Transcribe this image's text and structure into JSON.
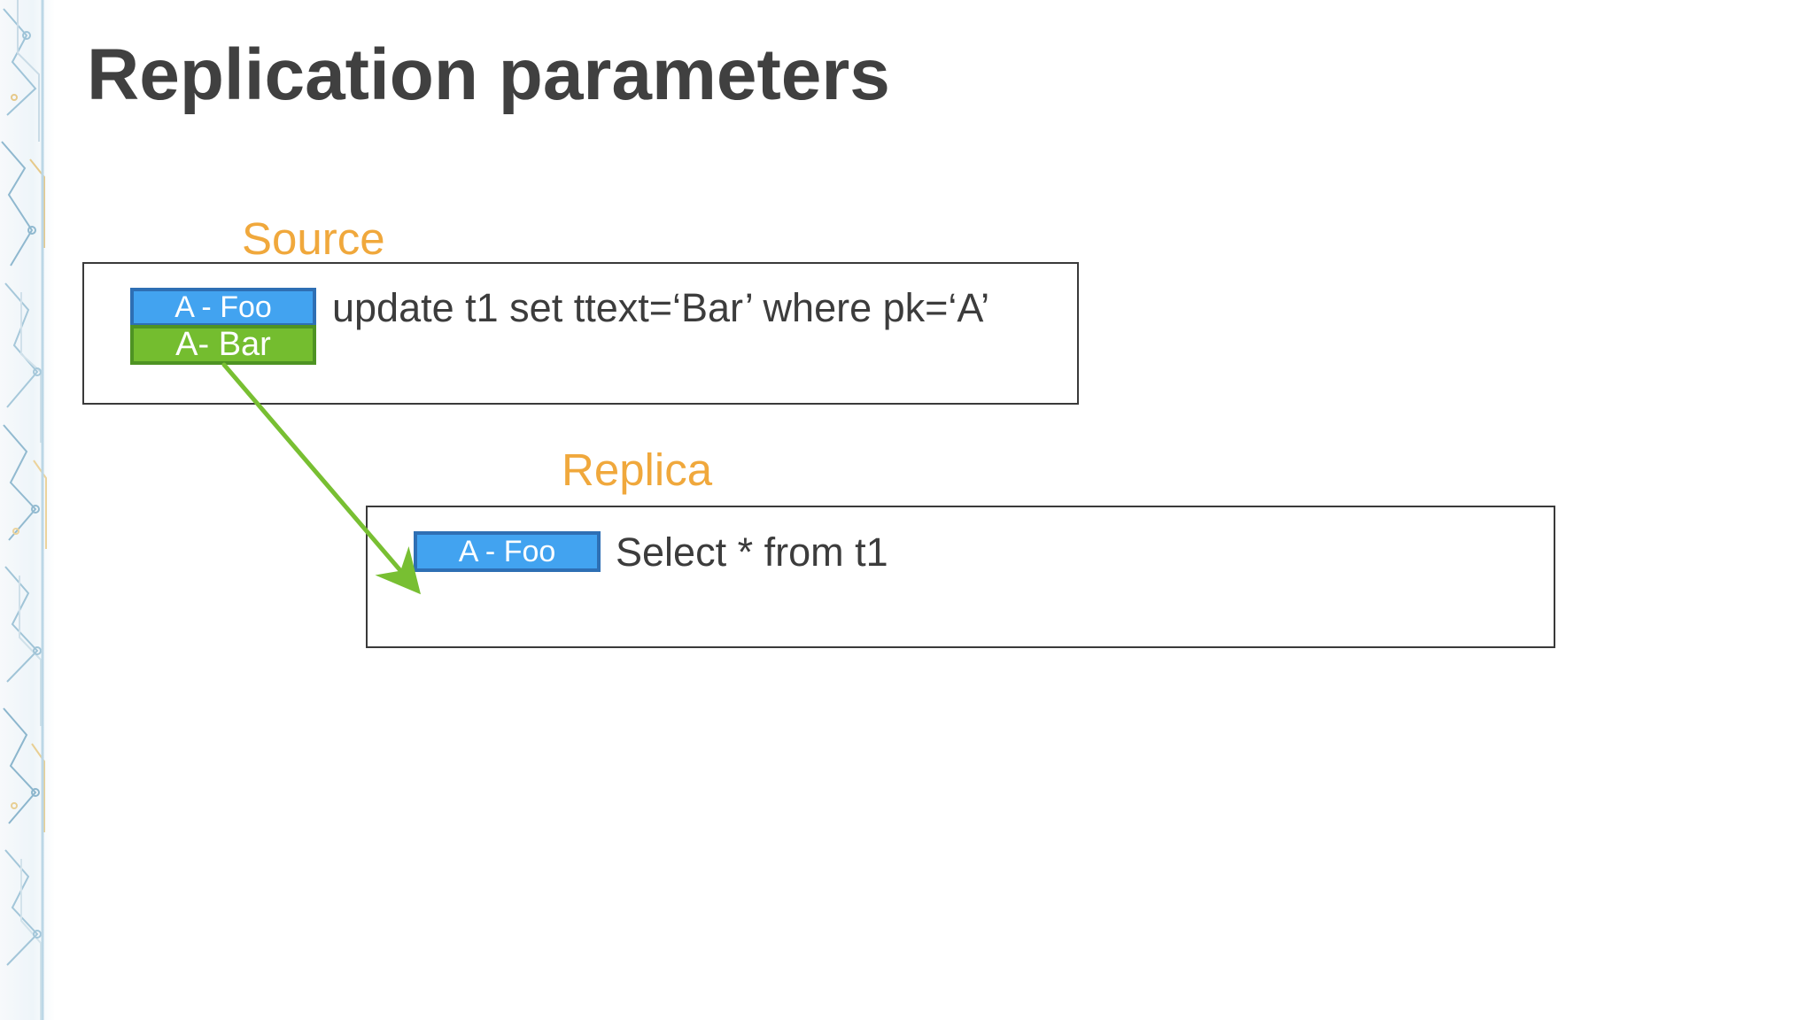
{
  "title": "Replication parameters",
  "source": {
    "label": "Source",
    "records": {
      "old": "A - Foo",
      "new": "A- Bar"
    },
    "query": "update t1 set ttext=‘Bar’ where pk=‘A’"
  },
  "replica": {
    "label": "Replica",
    "records": {
      "current": "A - Foo"
    },
    "query": "Select * from t1"
  },
  "colors": {
    "title": "#404040",
    "section_label": "#f0a83c",
    "record_blue": "#42a3f0",
    "record_blue_border": "#2e6fb4",
    "record_green": "#74bd2f",
    "record_green_border": "#4e9323",
    "arrow": "#78bf32",
    "frame_border": "#3a3a3a"
  },
  "icons": {
    "arrow": "replication-arrow-icon",
    "decoration": "circuit-pattern-strip"
  }
}
